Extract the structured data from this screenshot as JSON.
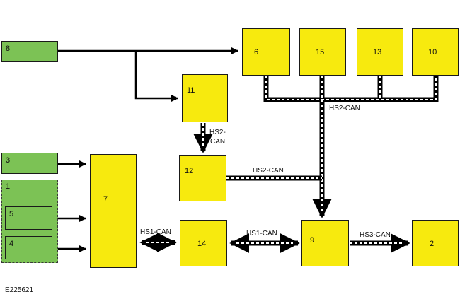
{
  "modules": {
    "m1": "1",
    "m2": "2",
    "m3": "3",
    "m4": "4",
    "m5": "5",
    "m6": "6",
    "m7": "7",
    "m8": "8",
    "m9": "9",
    "m10": "10",
    "m11": "11",
    "m12": "12",
    "m13": "13",
    "m14": "14",
    "m15": "15"
  },
  "networks": {
    "hs2_top": "HS2-CAN",
    "hs2_short_a": "HS2-",
    "hs2_short_b": "CAN",
    "hs2_mid": "HS2-CAN",
    "hs1_left": "HS1-CAN",
    "hs1_right": "HS1-CAN",
    "hs3": "HS3-CAN"
  },
  "figure_id": "E225621",
  "colors": {
    "module_yellow": "#f7ea0e",
    "input_green": "#7cc255",
    "line": "#000000"
  }
}
